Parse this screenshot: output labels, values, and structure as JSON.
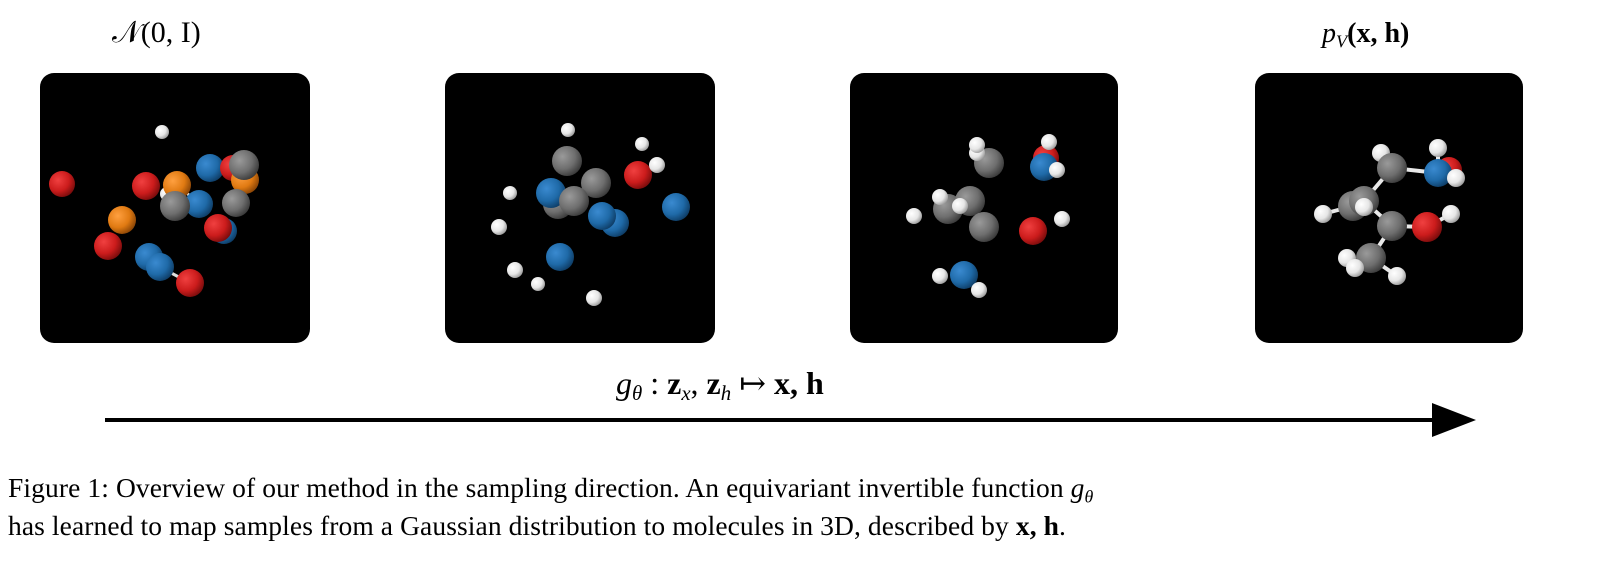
{
  "figure": {
    "input_label": "𝒩(0, I)",
    "output_label": {
      "p": "p",
      "sub": "V",
      "args": "(x, h)"
    },
    "mapping_label": {
      "g": "g",
      "g_sub": "θ",
      "colon": " : ",
      "z": "z",
      "zx_sub": "x",
      "comma": ", ",
      "zh_sub": "h",
      "maps": " ↦ ",
      "out": "x, h"
    },
    "panels": [
      "gaussian-sample",
      "intermediate-1",
      "intermediate-2",
      "molecule"
    ]
  },
  "caption": {
    "line1": "Figure 1: Overview of our method in the sampling direction. An equivariant invertible function ",
    "line1_symbol": "g",
    "line1_symbol_sub": "θ",
    "line2": "has learned to map samples from a Gaussian distribution to molecules in 3D, described by ",
    "line2_symbol": "x, h",
    "line2_end": "."
  },
  "colors": {
    "hydrogen": "#f0f0f0",
    "carbon": "#7a7a7a",
    "nitrogen": "#1f6fb0",
    "oxygen": "#d42020",
    "fluorine": "#e8821a",
    "panel": "#000000"
  }
}
